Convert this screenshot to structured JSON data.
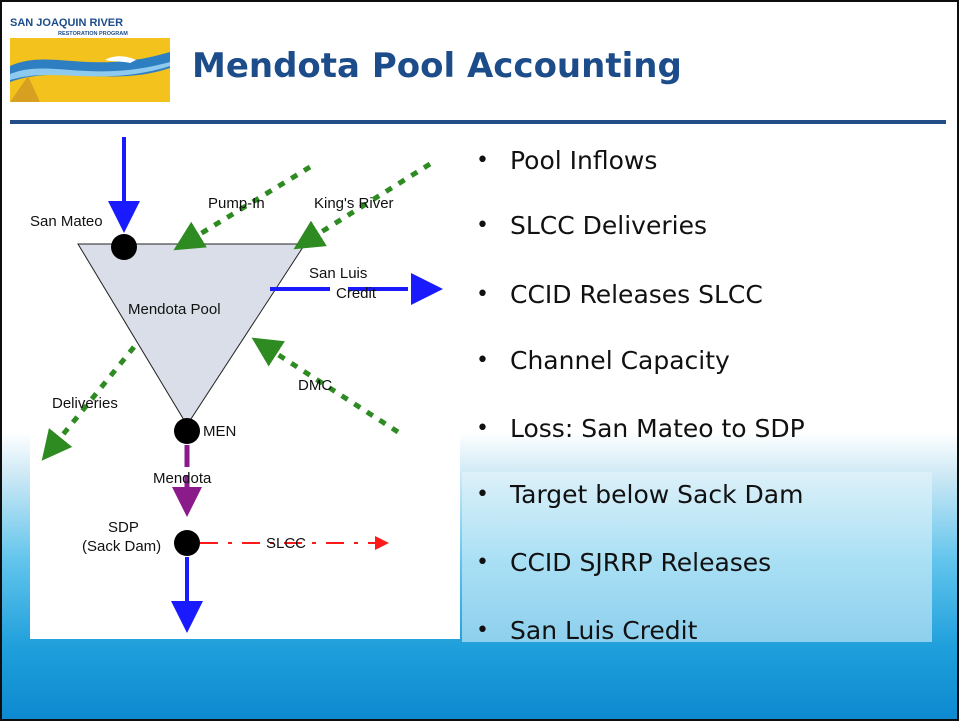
{
  "logo": {
    "text_line1": "SAN JOAQUIN RIVER",
    "text_line2": "RESTORATION PROGRAM"
  },
  "title": "Mendota Pool Accounting",
  "diagram": {
    "pool_label": "Mendota Pool",
    "nodes": {
      "san_mateo": "San Mateo",
      "men": "MEN",
      "sdp_line1": "SDP",
      "sdp_line2": "(Sack Dam)"
    },
    "flows": {
      "pump_in": "Pump-In",
      "kings_river": "King's River",
      "san_luis_line1": "San Luis",
      "san_luis_line2": "Credit",
      "dmc": "DMC",
      "deliveries": "Deliveries",
      "mendota": "Mendota",
      "slcc": "SLCC"
    }
  },
  "bullets": [
    "Pool Inflows",
    "SLCC Deliveries",
    "CCID Releases SLCC",
    "Channel Capacity",
    "Loss: San Mateo to SDP",
    "Target below Sack Dam",
    "CCID SJRRP Releases",
    "San Luis Credit"
  ],
  "colors": {
    "title": "#1c4d8a",
    "rule": "#234d87",
    "blue_flow": "#1a1aff",
    "green_flow": "#2e8b22",
    "purple_flow": "#8b1a8b",
    "red_flow": "#ff1a1a",
    "pool_fill": "#d9dee8"
  }
}
